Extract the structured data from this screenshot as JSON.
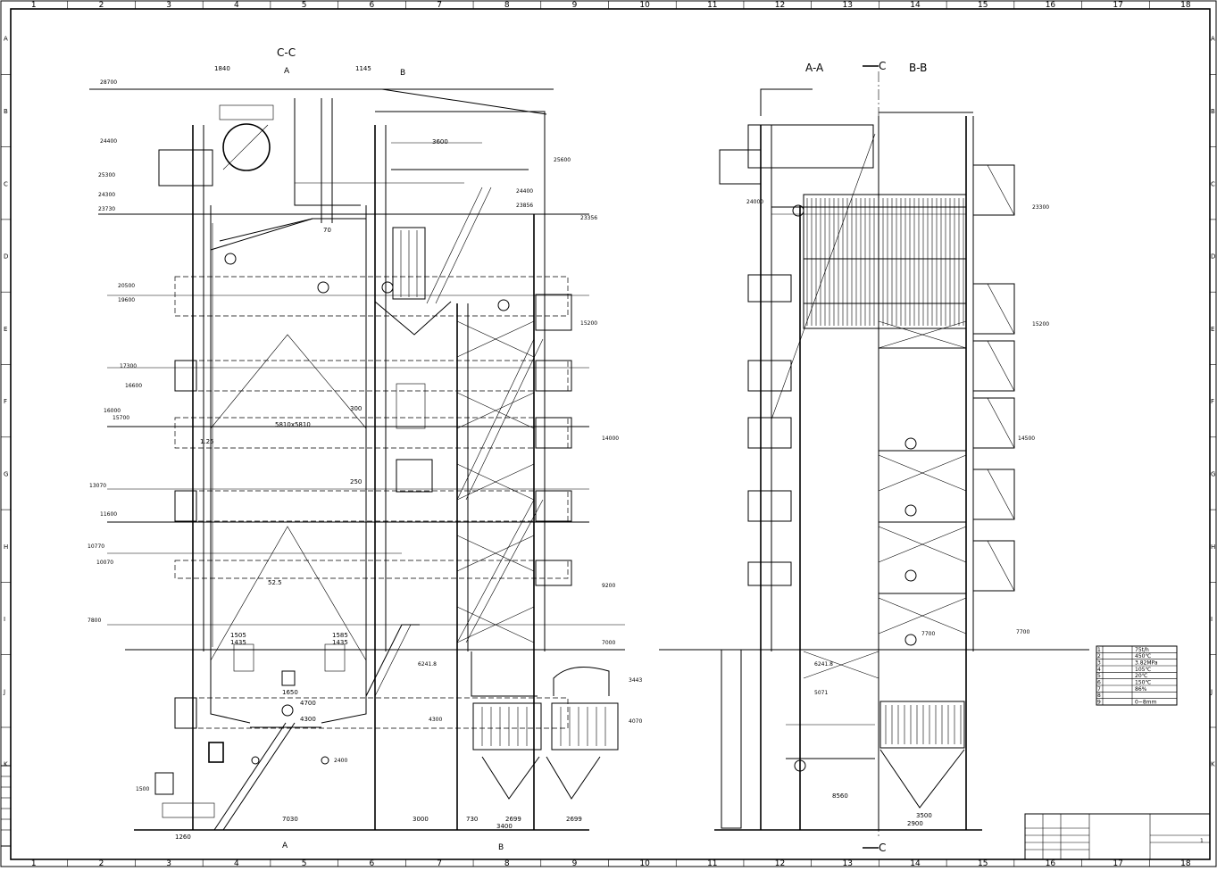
{
  "grid": {
    "columns": [
      "1",
      "2",
      "3",
      "4",
      "5",
      "6",
      "7",
      "8",
      "9",
      "10",
      "11",
      "12",
      "13",
      "14",
      "15",
      "16",
      "17",
      "18"
    ],
    "rows": [
      "A",
      "B",
      "C",
      "D",
      "E",
      "F",
      "G",
      "H",
      "I",
      "J",
      "K"
    ]
  },
  "sections": {
    "cc": "C-C",
    "aa": "A-A",
    "bb": "B-B",
    "mark_a": "A",
    "mark_b": "B",
    "mark_c": "C"
  },
  "left_view": {
    "dims_top": [
      "1840",
      "1145",
      "3600"
    ],
    "dims_bottom": [
      "7030",
      "3000",
      "730",
      "2699",
      "2699",
      "3400",
      "1260"
    ],
    "dims_inner": [
      "5810x5810",
      "1505",
      "1435",
      "1585",
      "1435",
      "1650",
      "4700",
      "4300",
      "300",
      "250",
      "52.5",
      "70",
      "1.25"
    ],
    "elevations": [
      "25600",
      "24400",
      "23856",
      "23356",
      "15200",
      "14000",
      "9200",
      "7000",
      "6241.8",
      "4300",
      "4070",
      "3443",
      "2400"
    ]
  },
  "right_view": {
    "dims_bottom": [
      "3500",
      "2900",
      "8560"
    ],
    "elevations": [
      "24000",
      "23300",
      "15200",
      "14500",
      "7700",
      "7700",
      "6241.8",
      "5071"
    ]
  },
  "spec_table": {
    "rows": [
      {
        "no": "1",
        "value": "75t/h"
      },
      {
        "no": "2",
        "value": "450℃"
      },
      {
        "no": "3",
        "value": "3.82MPa"
      },
      {
        "no": "4",
        "value": "105℃"
      },
      {
        "no": "5",
        "value": "20℃"
      },
      {
        "no": "6",
        "value": "150℃"
      },
      {
        "no": "7",
        "value": "86%"
      },
      {
        "no": "8",
        "value": ""
      },
      {
        "no": "9",
        "value": "0~8mm"
      }
    ]
  },
  "title_block": {
    "sheet_no": "1"
  },
  "colors": {
    "line": "#000000",
    "paper": "#ffffff"
  }
}
